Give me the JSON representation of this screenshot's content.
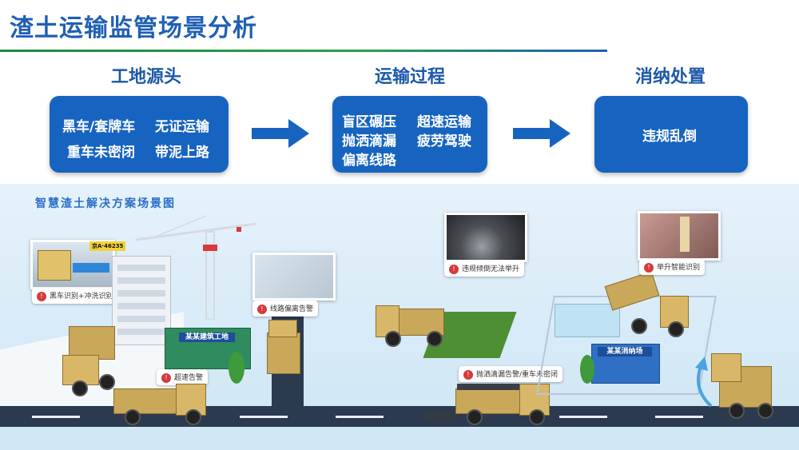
{
  "title": "渣土运输监管场景分析",
  "stages": [
    {
      "heading": "工地源头",
      "items": [
        "黑车/套牌车",
        "无证运输",
        "重车未密闭",
        "带泥上路"
      ]
    },
    {
      "heading": "运输过程",
      "items": [
        "盲区碾压",
        "超速运输",
        "抛洒滴漏",
        "疲劳驾驶",
        "偏离线路"
      ]
    },
    {
      "heading": "消纳处置",
      "items": [
        "违规乱倒"
      ]
    }
  ],
  "scene": {
    "title": "智慧渣土解决方案场景图",
    "labels": {
      "plate": "黑车识别+冲洗识别",
      "route": "线路偏离告警",
      "speed": "超速告警",
      "tilt": "违规倾倒无法举升",
      "lift": "举升智能识别",
      "spill": "抛洒滴漏告警/重车未密闭"
    },
    "site_sign": "某某建筑工地",
    "dump_sign": "某某消纳场",
    "plate_text": "京A·46235"
  },
  "colors": {
    "title": "#1f5fb5",
    "box": "#1764c0",
    "alert": "#d63a3a"
  }
}
